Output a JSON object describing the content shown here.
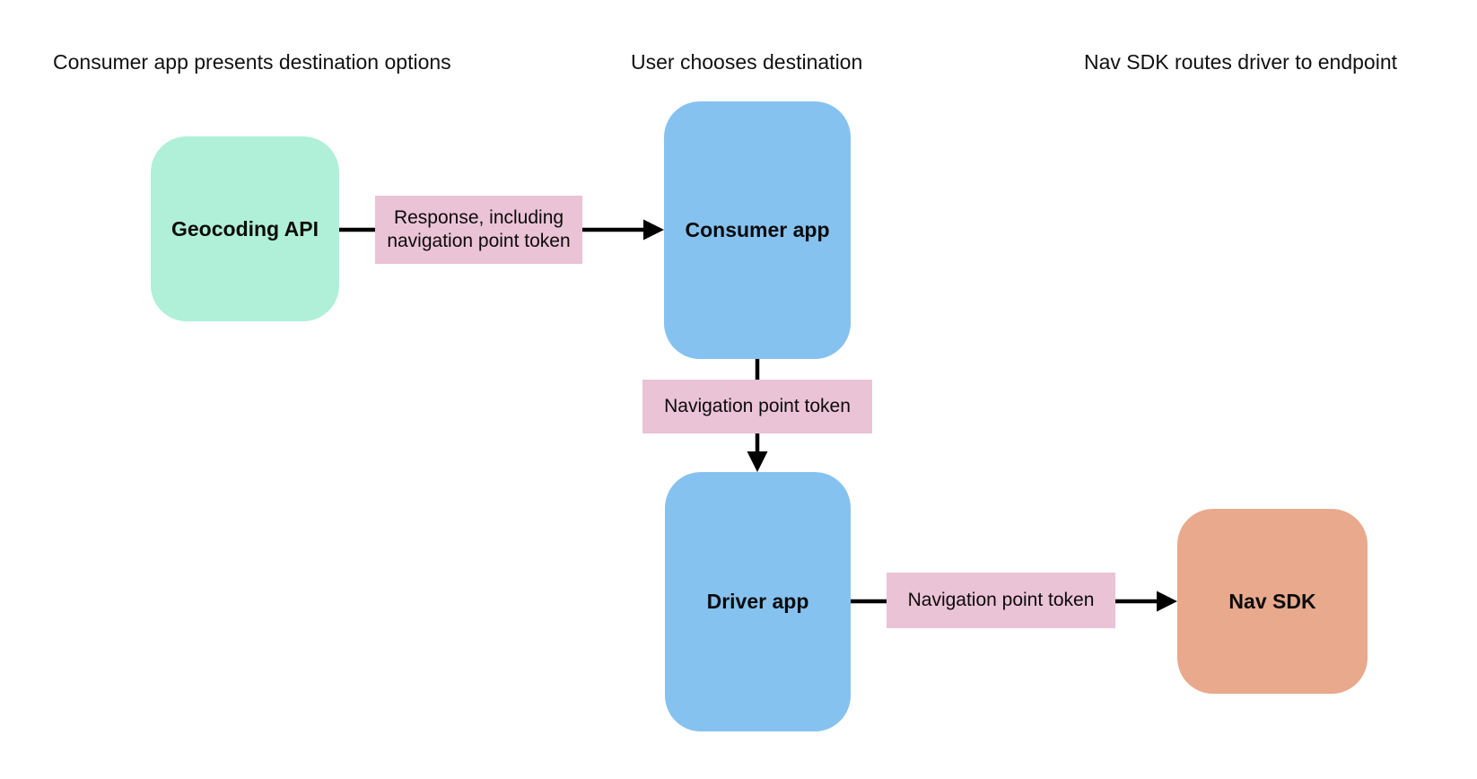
{
  "diagram": {
    "background_color": "#ffffff",
    "text_color": "#0b0b0b",
    "arrow_color": "#000000",
    "headers": [
      {
        "text": "Consumer app presents destination options"
      },
      {
        "text": "User chooses destination"
      },
      {
        "text": "Nav SDK routes driver to endpoint"
      }
    ],
    "nodes": [
      {
        "id": "geocoding-api",
        "label": "Geocoding API",
        "color": "#b0f0d8"
      },
      {
        "id": "consumer-app",
        "label": "Consumer app",
        "color": "#85c2f0"
      },
      {
        "id": "driver-app",
        "label": "Driver app",
        "color": "#85c2f0"
      },
      {
        "id": "nav-sdk",
        "label": "Nav SDK",
        "color": "#e8a98d"
      }
    ],
    "edge_labels": [
      {
        "text": "Response, including navigation point token",
        "color": "#ebc3d6"
      },
      {
        "text": "Navigation point token",
        "color": "#ebc3d6"
      },
      {
        "text": "Navigation point token",
        "color": "#ebc3d6"
      }
    ],
    "edges": [
      {
        "from": "geocoding-api",
        "to": "consumer-app",
        "label": "Response, including navigation point token"
      },
      {
        "from": "consumer-app",
        "to": "driver-app",
        "label": "Navigation point token"
      },
      {
        "from": "driver-app",
        "to": "nav-sdk",
        "label": "Navigation point token"
      }
    ]
  }
}
